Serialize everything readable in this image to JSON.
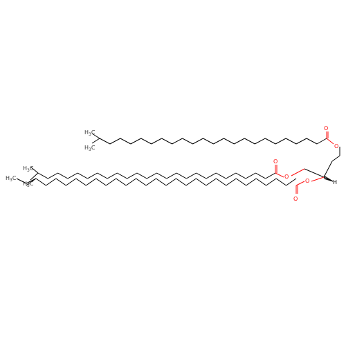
{
  "molecule": {
    "colors": {
      "bond": "#000000",
      "oxygen": "#ff0d0d",
      "carbon_label": "#3a3a3a",
      "hydrogen": "#000000"
    },
    "labels": {
      "oxygen": "O",
      "hydrogen": "H",
      "methyl_H": "H",
      "methyl_C": "C",
      "methyl_sub": "3"
    }
  }
}
